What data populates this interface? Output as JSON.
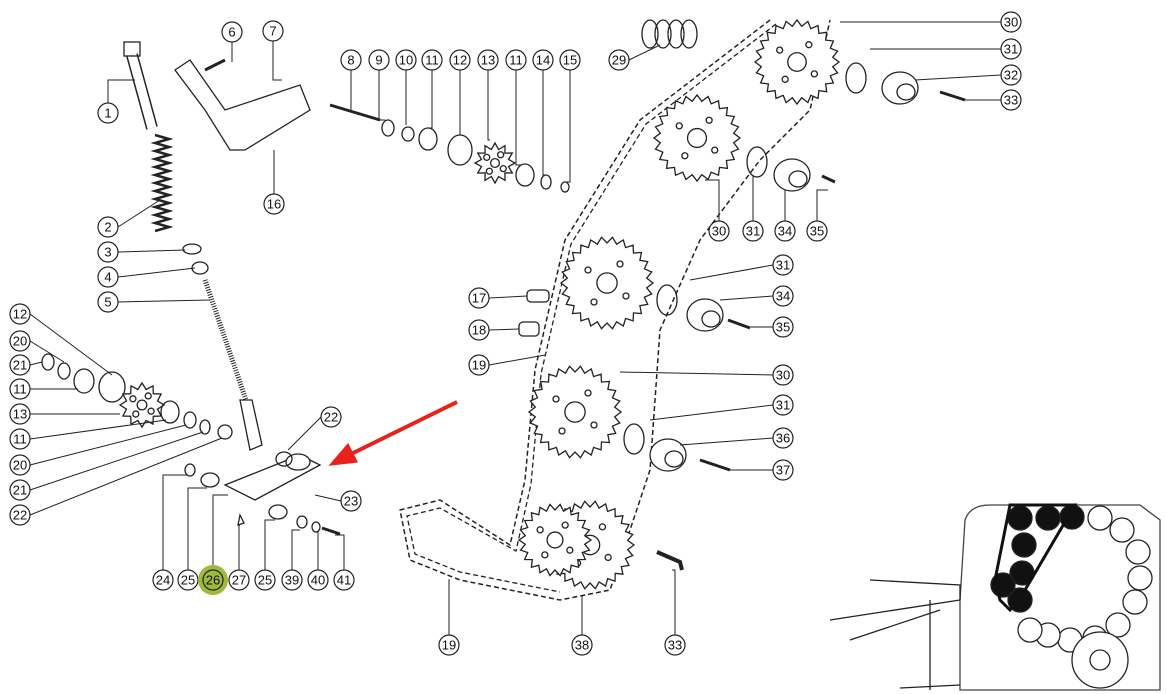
{
  "diagram": {
    "title": "Exploded parts diagram - chain drive and tensioner",
    "callouts": [
      "6",
      "7",
      "1",
      "2",
      "3",
      "4",
      "5",
      "16",
      "8",
      "9",
      "10",
      "11",
      "12",
      "13",
      "11",
      "14",
      "15",
      "29",
      "30",
      "31",
      "32",
      "33",
      "30",
      "31",
      "34",
      "35",
      "31",
      "34",
      "35",
      "17",
      "18",
      "19",
      "30",
      "31",
      "36",
      "37",
      "12",
      "20",
      "21",
      "11",
      "13",
      "11",
      "20",
      "21",
      "22",
      "22",
      "23",
      "24",
      "25",
      "26",
      "27",
      "25",
      "39",
      "40",
      "41",
      "19",
      "38",
      "33"
    ],
    "highlighted_callout": "26",
    "colors": {
      "highlight": "#9fba3a",
      "arrow": "#e8221b",
      "ink": "#222222"
    }
  }
}
